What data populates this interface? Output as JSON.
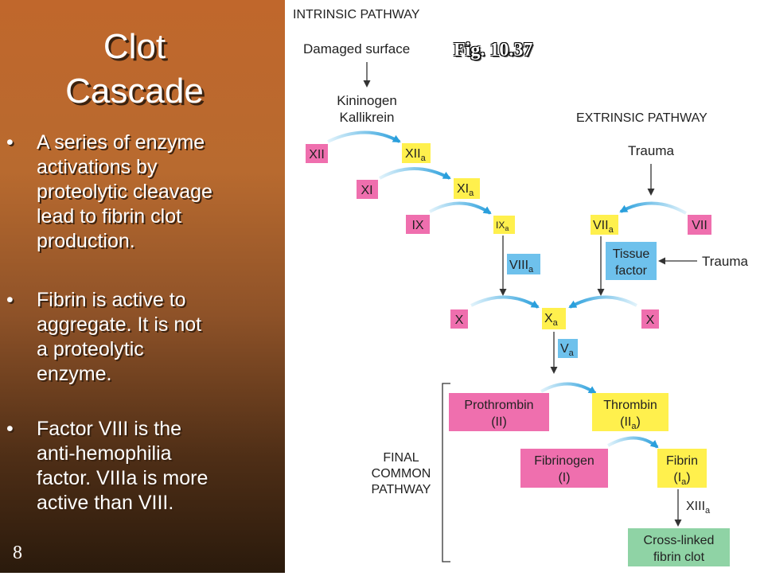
{
  "slide": {
    "title_line1": "Clot",
    "title_line2": "Cascade",
    "bullets": [
      {
        "marker": "•",
        "lines": [
          "A series of enzyme",
          "activations by",
          "proteolytic cleavage",
          "lead to fibrin clot",
          "production."
        ]
      },
      {
        "marker": "•",
        "lines": [
          "Fibrin is active to",
          "aggregate.  It is not",
          "a proteolytic",
          "enzyme."
        ]
      },
      {
        "marker": "•",
        "lines": [
          "Factor VIII is the",
          "anti-hemophilia",
          "factor.  VIIIa is more",
          "active than VIII."
        ]
      }
    ],
    "slide_number": "8",
    "figure_ref": "Fig. 10.37"
  },
  "diagram": {
    "intrinsic_label": "INTRINSIC PATHWAY",
    "extrinsic_label": "EXTRINSIC PATHWAY",
    "final_label": [
      "FINAL",
      "COMMON",
      "PATHWAY"
    ],
    "damaged_surface": "Damaged surface",
    "kininogen": [
      "Kininogen",
      "Kallikrein"
    ],
    "trauma_top": "Trauma",
    "trauma_side": "Trauma",
    "factors": {
      "xii": "XII",
      "xiia": "XII",
      "xi": "XI",
      "xia": "XI",
      "ix": "IX",
      "ixa": "IX",
      "viii": "VIII",
      "vii": "VII",
      "viia": "VII",
      "tissue_factor": [
        "Tissue",
        "factor"
      ],
      "x_left": "X",
      "xa": "X",
      "x_right": "X",
      "va": "V",
      "prothrombin": [
        "Prothrombin",
        "(II)"
      ],
      "thrombin": [
        "Thrombin",
        "(II",
        ")"
      ],
      "fibrinogen": [
        "Fibrinogen",
        "(I)"
      ],
      "fibrin": [
        "Fibrin",
        "(I",
        ")"
      ],
      "xiiia": "XIII",
      "crosslinked": [
        "Cross-linked",
        "fibrin clot"
      ],
      "subscript": "a"
    },
    "colors": {
      "pink": "#ef6fae",
      "yellow": "#fff04d",
      "blue": "#6ec1ec",
      "green": "#8fd3a5",
      "arrow": "#2a9fdc"
    }
  }
}
